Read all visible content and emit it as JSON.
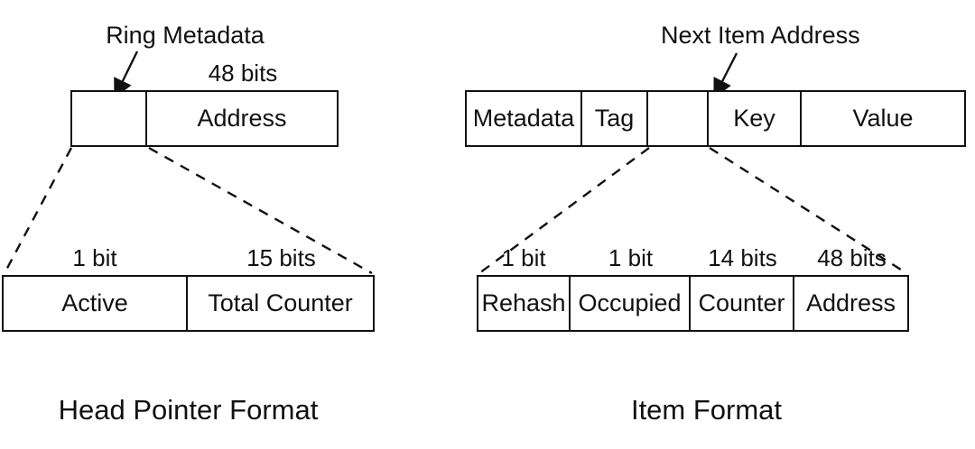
{
  "colors": {
    "stroke": "#111111",
    "background": "#ffffff"
  },
  "left_diagram": {
    "callout_label": "Ring Metadata",
    "top_row": {
      "width_label": "48 bits",
      "cells": [
        "",
        "Address"
      ]
    },
    "bottom_row": {
      "bit_labels": [
        "1 bit",
        "15 bits"
      ],
      "cells": [
        "Active",
        "Total Counter"
      ]
    },
    "caption": "Head Pointer Format"
  },
  "right_diagram": {
    "callout_label": "Next Item Address",
    "top_row": {
      "cells": [
        "Metadata",
        "Tag",
        "",
        "Key",
        "Value"
      ]
    },
    "bottom_row": {
      "bit_labels": [
        "1 bit",
        "1 bit",
        "14 bits",
        "48 bits"
      ],
      "cells": [
        "Rehash",
        "Occupied",
        "Counter",
        "Address"
      ]
    },
    "caption": "Item Format"
  }
}
